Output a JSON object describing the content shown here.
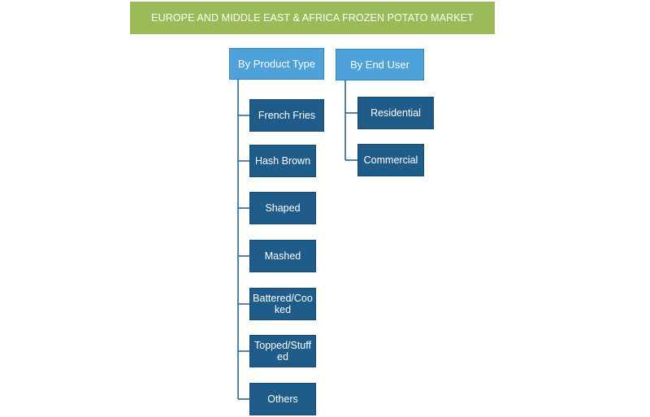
{
  "title": "EUROPE AND MIDDLE EAST & AFRICA FROZEN POTATO MARKET",
  "categories": [
    {
      "label": "By Product Type",
      "items": [
        "French Fries",
        "Hash Brown",
        "Shaped",
        "Mashed",
        "Battered/Cooked",
        "Topped/Stuffed",
        "Others"
      ]
    },
    {
      "label": "By End User",
      "items": [
        "Residential",
        "Commercial"
      ]
    }
  ],
  "colors": {
    "title_bg": "#9bbb59",
    "category_bg": "#4ea1d9",
    "leaf_bg": "#1f5c8a",
    "connector": "#1f5c8a"
  }
}
